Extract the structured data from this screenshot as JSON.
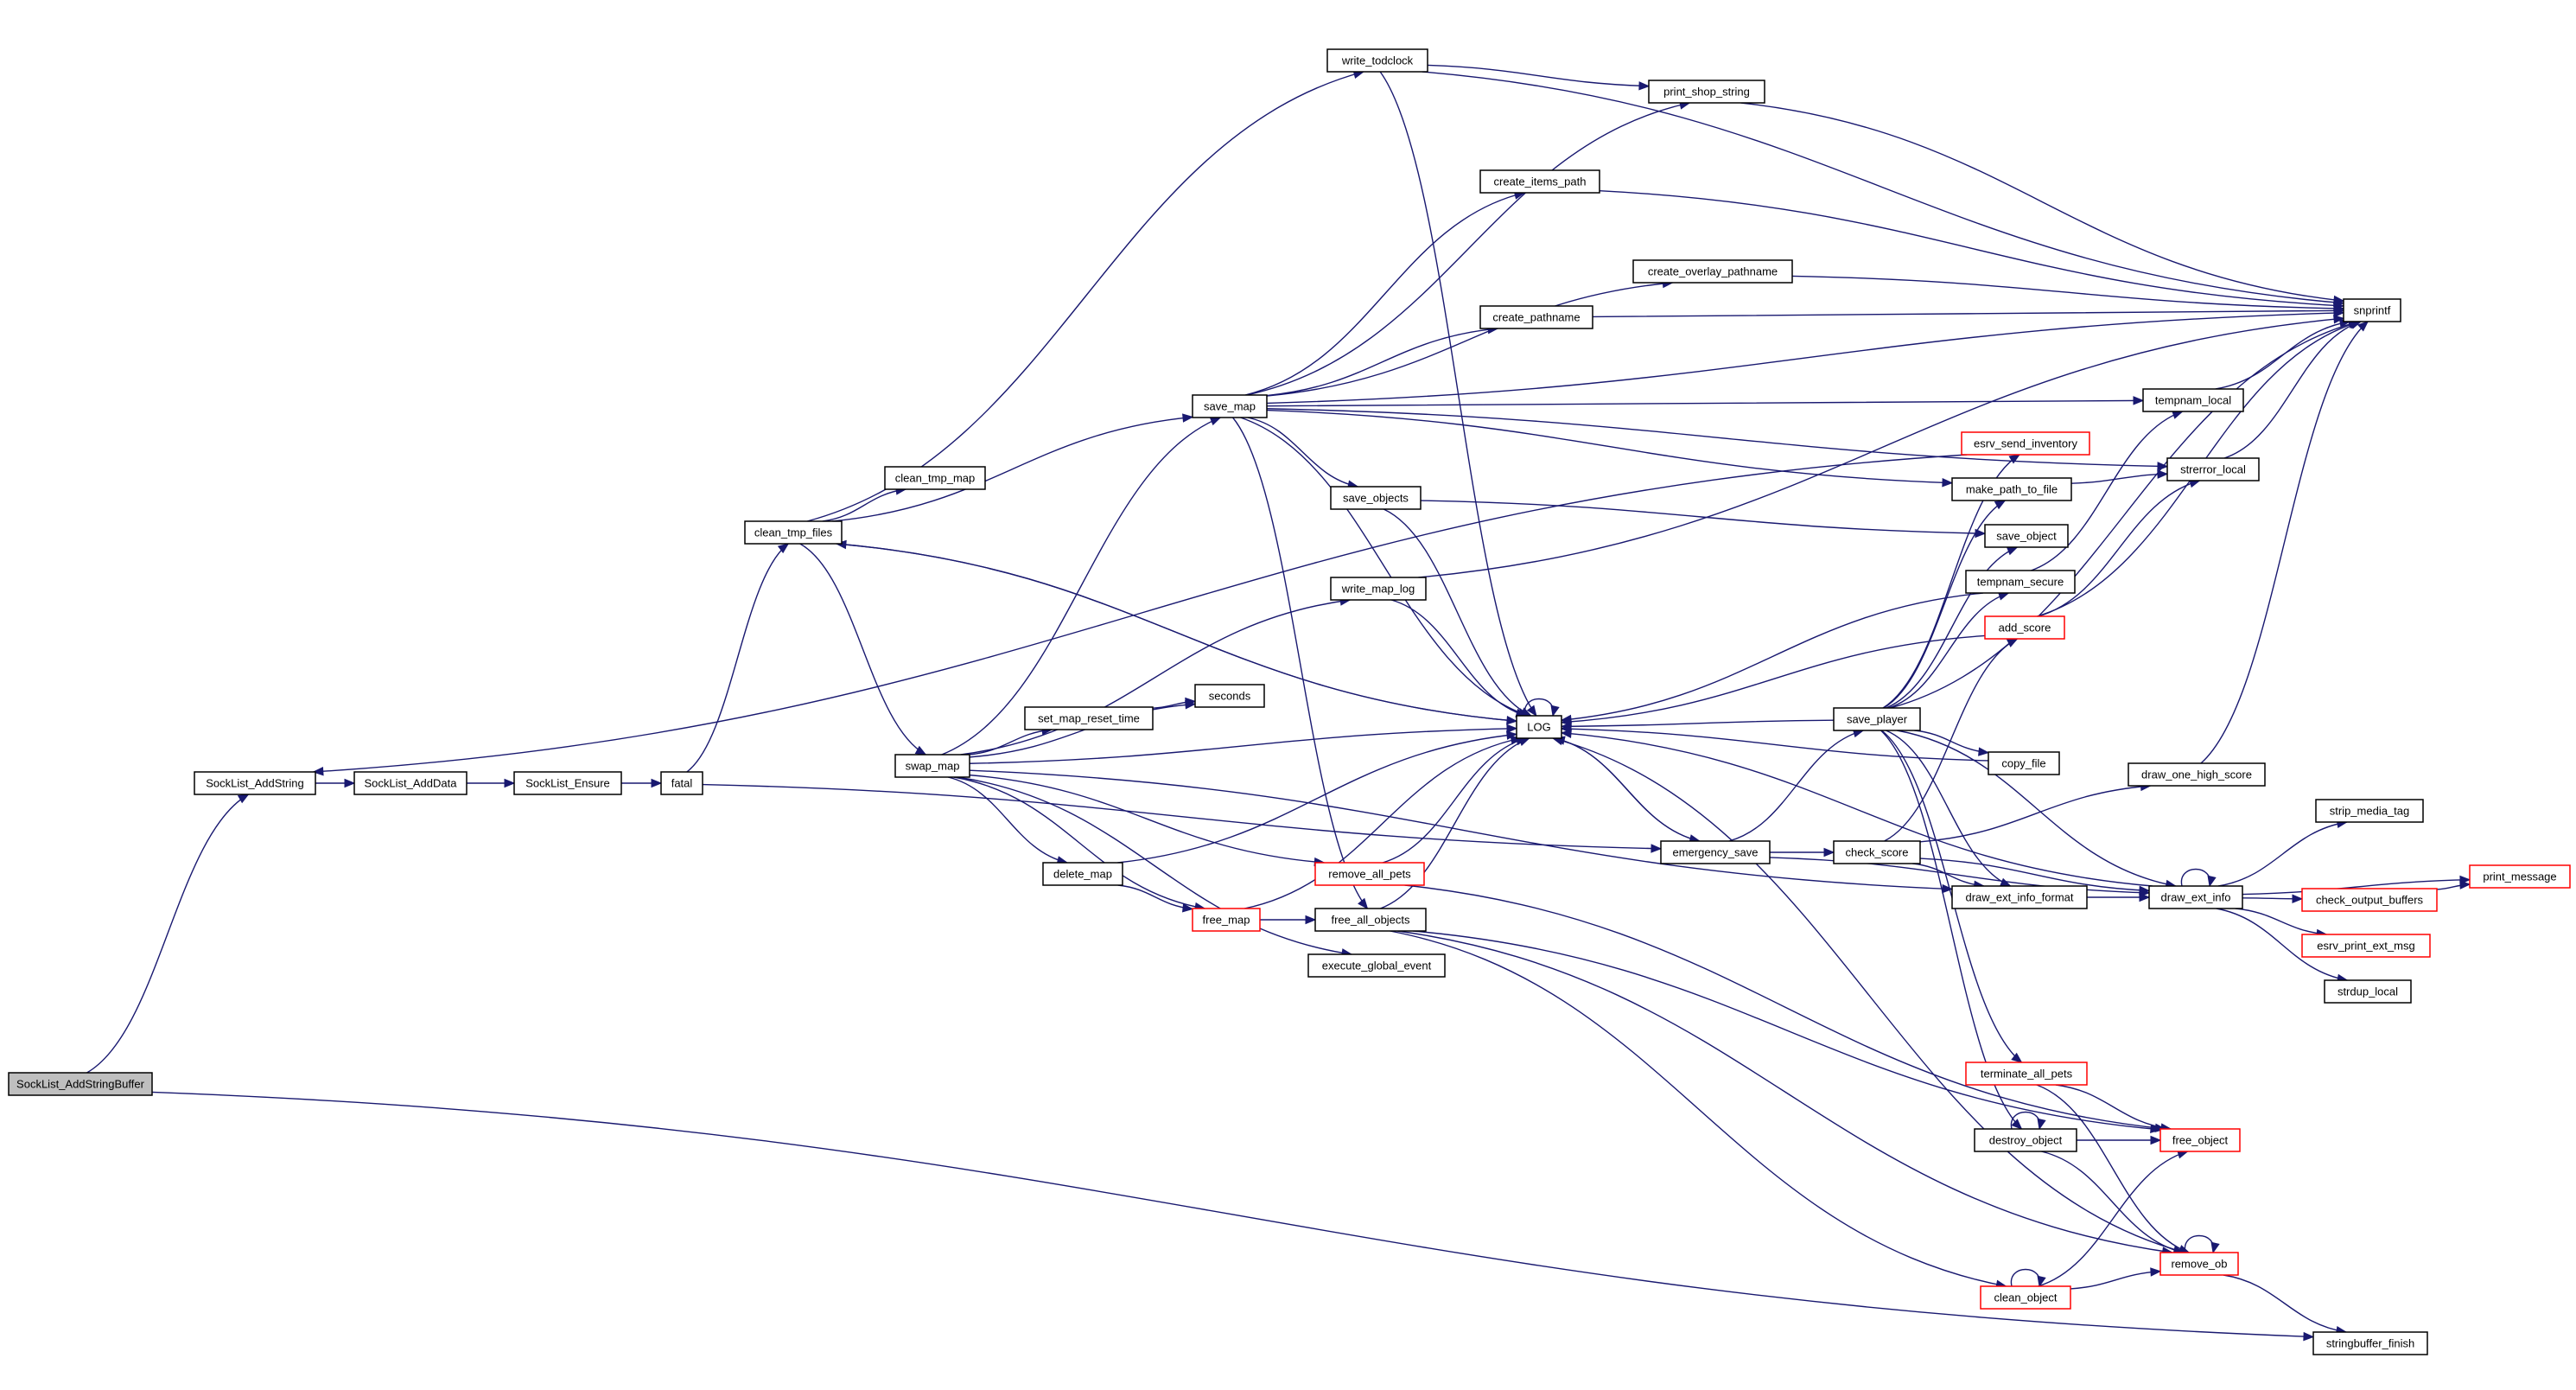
{
  "graph": {
    "kind": "call graph",
    "colors": {
      "edge": "#191970",
      "node_border": "#000000",
      "truncated_node_border": "#ff0000",
      "root_fill": "#bfbfbf",
      "node_fill": "#ffffff"
    },
    "nodes": [
      {
        "id": "SockList_AddStringBuffer",
        "label": "SockList_AddStringBuffer",
        "root": true,
        "truncated": false
      },
      {
        "id": "SockList_AddString",
        "label": "SockList_AddString",
        "truncated": false
      },
      {
        "id": "SockList_AddData",
        "label": "SockList_AddData",
        "truncated": false
      },
      {
        "id": "SockList_Ensure",
        "label": "SockList_Ensure",
        "truncated": false
      },
      {
        "id": "fatal",
        "label": "fatal",
        "truncated": false
      },
      {
        "id": "clean_tmp_files",
        "label": "clean_tmp_files",
        "truncated": false
      },
      {
        "id": "clean_tmp_map",
        "label": "clean_tmp_map",
        "truncated": false
      },
      {
        "id": "write_todclock",
        "label": "write_todclock",
        "truncated": false
      },
      {
        "id": "print_shop_string",
        "label": "print_shop_string",
        "truncated": false
      },
      {
        "id": "create_items_path",
        "label": "create_items_path",
        "truncated": false
      },
      {
        "id": "create_overlay_pathname",
        "label": "create_overlay_pathname",
        "truncated": false
      },
      {
        "id": "create_pathname",
        "label": "create_pathname",
        "truncated": false
      },
      {
        "id": "save_map",
        "label": "save_map",
        "truncated": false
      },
      {
        "id": "save_objects",
        "label": "save_objects",
        "truncated": false
      },
      {
        "id": "write_map_log",
        "label": "write_map_log",
        "truncated": false
      },
      {
        "id": "swap_map",
        "label": "swap_map",
        "truncated": false
      },
      {
        "id": "set_map_reset_time",
        "label": "set_map_reset_time",
        "truncated": false
      },
      {
        "id": "seconds",
        "label": "seconds",
        "truncated": false
      },
      {
        "id": "delete_map",
        "label": "delete_map",
        "truncated": false
      },
      {
        "id": "free_map",
        "label": "free_map",
        "truncated": true
      },
      {
        "id": "remove_all_pets",
        "label": "remove_all_pets",
        "truncated": true
      },
      {
        "id": "free_all_objects",
        "label": "free_all_objects",
        "truncated": false
      },
      {
        "id": "execute_global_event",
        "label": "execute_global_event",
        "truncated": false
      },
      {
        "id": "LOG",
        "label": "LOG",
        "truncated": false
      },
      {
        "id": "emergency_save",
        "label": "emergency_save",
        "truncated": false
      },
      {
        "id": "check_score",
        "label": "check_score",
        "truncated": false
      },
      {
        "id": "save_player",
        "label": "save_player",
        "truncated": false
      },
      {
        "id": "esrv_send_inventory",
        "label": "esrv_send_inventory",
        "truncated": true
      },
      {
        "id": "make_path_to_file",
        "label": "make_path_to_file",
        "truncated": false
      },
      {
        "id": "save_object",
        "label": "save_object",
        "truncated": false
      },
      {
        "id": "tempnam_secure",
        "label": "tempnam_secure",
        "truncated": false
      },
      {
        "id": "add_score",
        "label": "add_score",
        "truncated": true
      },
      {
        "id": "copy_file",
        "label": "copy_file",
        "truncated": false
      },
      {
        "id": "draw_ext_info_format",
        "label": "draw_ext_info_format",
        "truncated": false
      },
      {
        "id": "terminate_all_pets",
        "label": "terminate_all_pets",
        "truncated": true
      },
      {
        "id": "destroy_object",
        "label": "destroy_object",
        "truncated": false
      },
      {
        "id": "clean_object",
        "label": "clean_object",
        "truncated": true
      },
      {
        "id": "tempnam_local",
        "label": "tempnam_local",
        "truncated": false
      },
      {
        "id": "strerror_local",
        "label": "strerror_local",
        "truncated": false
      },
      {
        "id": "draw_one_high_score",
        "label": "draw_one_high_score",
        "truncated": false
      },
      {
        "id": "draw_ext_info",
        "label": "draw_ext_info",
        "truncated": false
      },
      {
        "id": "free_object",
        "label": "free_object",
        "truncated": true
      },
      {
        "id": "remove_ob",
        "label": "remove_ob",
        "truncated": true
      },
      {
        "id": "snprintf",
        "label": "snprintf",
        "truncated": false
      },
      {
        "id": "strip_media_tag",
        "label": "strip_media_tag",
        "truncated": false
      },
      {
        "id": "check_output_buffers",
        "label": "check_output_buffers",
        "truncated": true
      },
      {
        "id": "esrv_print_ext_msg",
        "label": "esrv_print_ext_msg",
        "truncated": true
      },
      {
        "id": "strdup_local",
        "label": "strdup_local",
        "truncated": false
      },
      {
        "id": "print_message",
        "label": "print_message",
        "truncated": true
      },
      {
        "id": "stringbuffer_finish",
        "label": "stringbuffer_finish",
        "truncated": false
      }
    ],
    "edges": [
      [
        "SockList_AddStringBuffer",
        "SockList_AddString"
      ],
      [
        "SockList_AddStringBuffer",
        "stringbuffer_finish"
      ],
      [
        "SockList_AddString",
        "SockList_AddData"
      ],
      [
        "SockList_AddData",
        "SockList_Ensure"
      ],
      [
        "SockList_Ensure",
        "fatal"
      ],
      [
        "fatal",
        "clean_tmp_files"
      ],
      [
        "fatal",
        "emergency_save"
      ],
      [
        "clean_tmp_files",
        "clean_tmp_map"
      ],
      [
        "clean_tmp_files",
        "write_todclock"
      ],
      [
        "clean_tmp_files",
        "save_map"
      ],
      [
        "clean_tmp_files",
        "swap_map"
      ],
      [
        "clean_tmp_files",
        "LOG"
      ],
      [
        "write_todclock",
        "print_shop_string"
      ],
      [
        "write_todclock",
        "LOG"
      ],
      [
        "write_todclock",
        "snprintf"
      ],
      [
        "print_shop_string",
        "snprintf"
      ],
      [
        "create_items_path",
        "snprintf"
      ],
      [
        "create_overlay_pathname",
        "snprintf"
      ],
      [
        "create_pathname",
        "snprintf"
      ],
      [
        "save_map",
        "print_shop_string"
      ],
      [
        "save_map",
        "create_items_path"
      ],
      [
        "save_map",
        "create_overlay_pathname"
      ],
      [
        "save_map",
        "create_pathname"
      ],
      [
        "save_map",
        "save_objects"
      ],
      [
        "save_map",
        "LOG"
      ],
      [
        "save_map",
        "free_all_objects"
      ],
      [
        "save_map",
        "make_path_to_file"
      ],
      [
        "save_map",
        "tempnam_local"
      ],
      [
        "save_map",
        "strerror_local"
      ],
      [
        "save_map",
        "snprintf"
      ],
      [
        "save_objects",
        "LOG"
      ],
      [
        "save_objects",
        "save_object"
      ],
      [
        "write_map_log",
        "LOG"
      ],
      [
        "write_map_log",
        "snprintf"
      ],
      [
        "swap_map",
        "save_map"
      ],
      [
        "swap_map",
        "write_map_log"
      ],
      [
        "swap_map",
        "seconds"
      ],
      [
        "swap_map",
        "set_map_reset_time"
      ],
      [
        "swap_map",
        "LOG"
      ],
      [
        "swap_map",
        "remove_all_pets"
      ],
      [
        "swap_map",
        "delete_map"
      ],
      [
        "swap_map",
        "free_map"
      ],
      [
        "swap_map",
        "execute_global_event"
      ],
      [
        "swap_map",
        "draw_ext_info_format"
      ],
      [
        "set_map_reset_time",
        "seconds"
      ],
      [
        "delete_map",
        "LOG"
      ],
      [
        "delete_map",
        "free_map"
      ],
      [
        "free_map",
        "LOG"
      ],
      [
        "free_map",
        "free_all_objects"
      ],
      [
        "remove_all_pets",
        "LOG"
      ],
      [
        "remove_all_pets",
        "free_object"
      ],
      [
        "free_all_objects",
        "LOG"
      ],
      [
        "free_all_objects",
        "free_object"
      ],
      [
        "free_all_objects",
        "clean_object"
      ],
      [
        "free_all_objects",
        "remove_ob"
      ],
      [
        "LOG",
        "LOG"
      ],
      [
        "LOG",
        "clean_tmp_files"
      ],
      [
        "LOG",
        "emergency_save"
      ],
      [
        "emergency_save",
        "LOG"
      ],
      [
        "emergency_save",
        "save_player"
      ],
      [
        "emergency_save",
        "check_score"
      ],
      [
        "emergency_save",
        "draw_ext_info"
      ],
      [
        "check_score",
        "add_score"
      ],
      [
        "check_score",
        "draw_one_high_score"
      ],
      [
        "check_score",
        "draw_ext_info_format"
      ],
      [
        "check_score",
        "draw_ext_info"
      ],
      [
        "save_player",
        "LOG"
      ],
      [
        "save_player",
        "esrv_send_inventory"
      ],
      [
        "save_player",
        "make_path_to_file"
      ],
      [
        "save_player",
        "save_object"
      ],
      [
        "save_player",
        "tempnam_secure"
      ],
      [
        "save_player",
        "copy_file"
      ],
      [
        "save_player",
        "draw_ext_info_format"
      ],
      [
        "save_player",
        "terminate_all_pets"
      ],
      [
        "save_player",
        "destroy_object"
      ],
      [
        "save_player",
        "draw_ext_info"
      ],
      [
        "save_player",
        "snprintf"
      ],
      [
        "esrv_send_inventory",
        "SockList_AddString"
      ],
      [
        "make_path_to_file",
        "strerror_local"
      ],
      [
        "tempnam_secure",
        "LOG"
      ],
      [
        "tempnam_secure",
        "tempnam_local"
      ],
      [
        "add_score",
        "LOG"
      ],
      [
        "add_score",
        "strerror_local"
      ],
      [
        "add_score",
        "snprintf"
      ],
      [
        "copy_file",
        "LOG"
      ],
      [
        "draw_ext_info_format",
        "draw_ext_info"
      ],
      [
        "terminate_all_pets",
        "free_object"
      ],
      [
        "terminate_all_pets",
        "remove_ob"
      ],
      [
        "destroy_object",
        "destroy_object"
      ],
      [
        "destroy_object",
        "free_object"
      ],
      [
        "destroy_object",
        "remove_ob"
      ],
      [
        "clean_object",
        "clean_object"
      ],
      [
        "clean_object",
        "free_object"
      ],
      [
        "clean_object",
        "remove_ob"
      ],
      [
        "tempnam_local",
        "snprintf"
      ],
      [
        "strerror_local",
        "snprintf"
      ],
      [
        "draw_one_high_score",
        "snprintf"
      ],
      [
        "draw_ext_info",
        "draw_ext_info"
      ],
      [
        "draw_ext_info",
        "LOG"
      ],
      [
        "draw_ext_info",
        "strip_media_tag"
      ],
      [
        "draw_ext_info",
        "check_output_buffers"
      ],
      [
        "draw_ext_info",
        "esrv_print_ext_msg"
      ],
      [
        "draw_ext_info",
        "strdup_local"
      ],
      [
        "draw_ext_info",
        "print_message"
      ],
      [
        "check_output_buffers",
        "print_message"
      ],
      [
        "remove_ob",
        "remove_ob"
      ],
      [
        "remove_ob",
        "LOG"
      ],
      [
        "remove_ob",
        "stringbuffer_finish"
      ]
    ]
  }
}
